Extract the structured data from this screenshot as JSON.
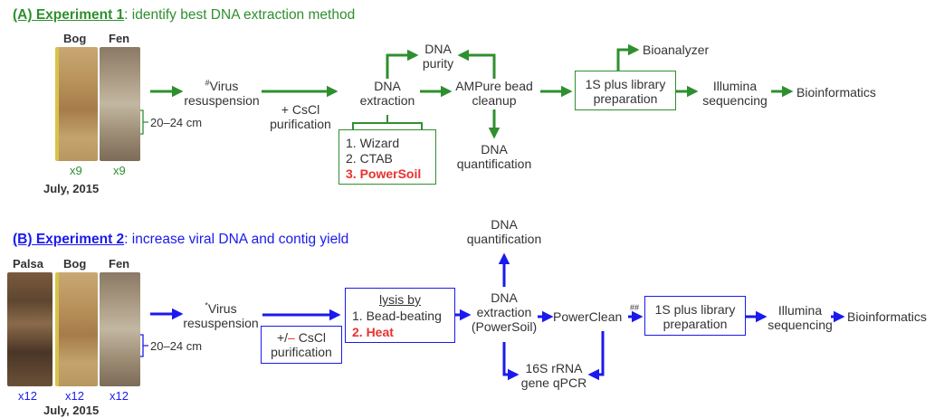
{
  "exp1": {
    "header_prefix": "(A) Experiment 1",
    "header_rest": ": identify best DNA extraction method",
    "sites": [
      "Bog",
      "Fen"
    ],
    "counts": [
      "x9",
      "x9"
    ],
    "depth": "20–24 cm",
    "date": "July, 2015",
    "virus_sup": "#",
    "virus_label": "Virus",
    "resuspension": "resuspension",
    "cscl_line1": "+ CsCl",
    "cscl_line2": "purification",
    "dna_extraction_line1": "DNA",
    "dna_extraction_line2": "extraction",
    "methods": [
      "1. Wizard",
      "2. CTAB",
      "3. PowerSoil"
    ],
    "dna_purity_line1": "DNA",
    "dna_purity_line2": "purity",
    "ampure_line1": "AMPure bead",
    "ampure_line2": "cleanup",
    "dna_quant_line1": "DNA",
    "dna_quant_line2": "quantification",
    "library_line1": "1S plus library",
    "library_line2": "preparation",
    "bioanalyzer": "Bioanalyzer",
    "illumina_line1": "Illumina",
    "illumina_line2": "sequencing",
    "bioinformatics": "Bioinformatics"
  },
  "exp2": {
    "header_prefix": "(B) Experiment 2",
    "header_rest": ": increase viral DNA and contig yield",
    "sites": [
      "Palsa",
      "Bog",
      "Fen"
    ],
    "counts": [
      "x12",
      "x12",
      "x12"
    ],
    "depth": "20–24 cm",
    "date": "July, 2015",
    "virus_sup": "*",
    "virus_label": "Virus",
    "resuspension": "resuspension",
    "cscl_prefix": "+/",
    "cscl_dash": "–",
    "cscl_rest": " CsCl",
    "cscl_line2": "purification",
    "lysis_title": "lysis by",
    "lysis_methods": [
      "1. Bead-beating",
      "2. Heat"
    ],
    "dna_quant_line1": "DNA",
    "dna_quant_line2": "quantification",
    "dna_extraction_line1": "DNA",
    "dna_extraction_line2": "extraction",
    "dna_extraction_line3": "(PowerSoil)",
    "powerclean": "PowerClean",
    "powerclean_sup": "##",
    "rrna_line1": "16S rRNA",
    "rrna_line2": "gene qPCR",
    "library_line1": "1S plus library",
    "library_line2": "preparation",
    "illumina_line1": "Illumina",
    "illumina_line2": "sequencing",
    "bioinformatics": "Bioinformatics"
  },
  "colors": {
    "green": "#2f8f2f",
    "blue": "#1a1aee",
    "red": "#e8322e",
    "text": "#333333"
  }
}
